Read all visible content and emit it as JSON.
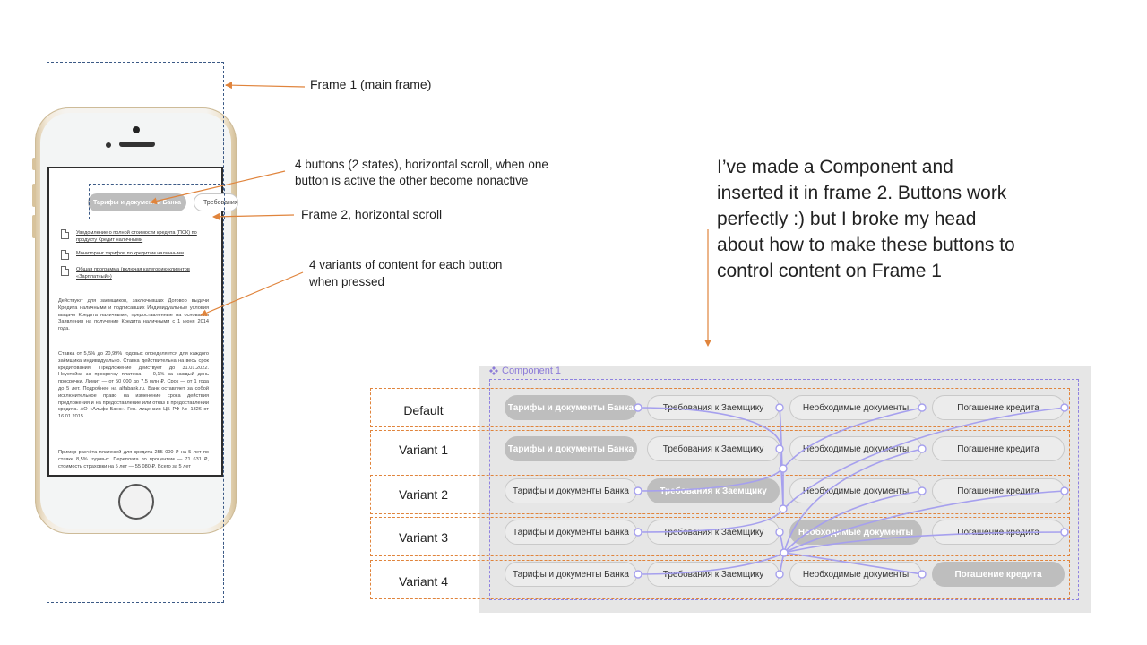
{
  "phone": {
    "active_button": "Тарифы и документы Банка",
    "next_button": "Требования к Заемщику",
    "documents": [
      "Уведомление о полной стоимости кредита (ПСК) по продукту Кредит наличными",
      "Мониторинг тарифов по кредитам наличными",
      "Общая программа (включая категорию клиентов «Зарплатный»)"
    ],
    "paragraphs": [
      "Действуют для заемщиков, заключивших Договор выдачи Кредита наличными и подписавших Индивидуальные условия выдачи Кредита наличными, предоставленные на основании Заявления на получение Кредита наличными с 1 июня 2014 года.",
      "Ставка от 5,5% до 20,99% годовых определяется для каждого заёмщика индивидуально. Ставка действительна на весь срок кредитования. Предложение действует до 31.01.2022. Неустойка за просрочку платежа — 0,1% за каждый день просрочки. Лимит — от 50 000 до 7,5 млн ₽. Срок — от 1 года до 5 лет. Подробнее на alfabank.ru. Банк оставляет за собой исключительное право на изменение срока действия предложения и на предоставление или отказ в предоставлении кредита. АО «Альфа-Банк». Ген. лицензия ЦБ РФ № 1326 от 16.01.2015.",
      "Пример расчёта платежей для кредита 255 000 ₽ на 5 лет по ставке 8,5% годовых. Переплата по процентам — 71 631 ₽, стоимость страховки на 5 лет — 55 080 ₽. Всего за 5 лет"
    ]
  },
  "annotations": {
    "frame1": "Frame 1 (main frame)",
    "buttons_line1": "4 buttons (2 states), horizontal scroll, when one",
    "buttons_line2": "button is active the other become nonactive",
    "frame2": "Frame 2, horizontal scroll",
    "content_line1": "4 variants of content for each button",
    "content_line2": "when pressed"
  },
  "note": "I’ve made a Component and inserted it in frame 2. Buttons work perfectly :) but I broke my head about how to make these buttons to control content on Frame 1",
  "component": {
    "title": "Component 1",
    "icon": "component-diamond-icon",
    "accent_color": "#8c7bd8",
    "buttons": [
      "Тарифы и документы Банка",
      "Требования к Заемщику",
      "Необходимые документы",
      "Погашение кредита"
    ],
    "variants": [
      {
        "label": "Default",
        "active": 0
      },
      {
        "label": "Variant 1",
        "active": 0
      },
      {
        "label": "Variant 2",
        "active": 1
      },
      {
        "label": "Variant 3",
        "active": 2
      },
      {
        "label": "Variant 4",
        "active": 3
      }
    ]
  }
}
